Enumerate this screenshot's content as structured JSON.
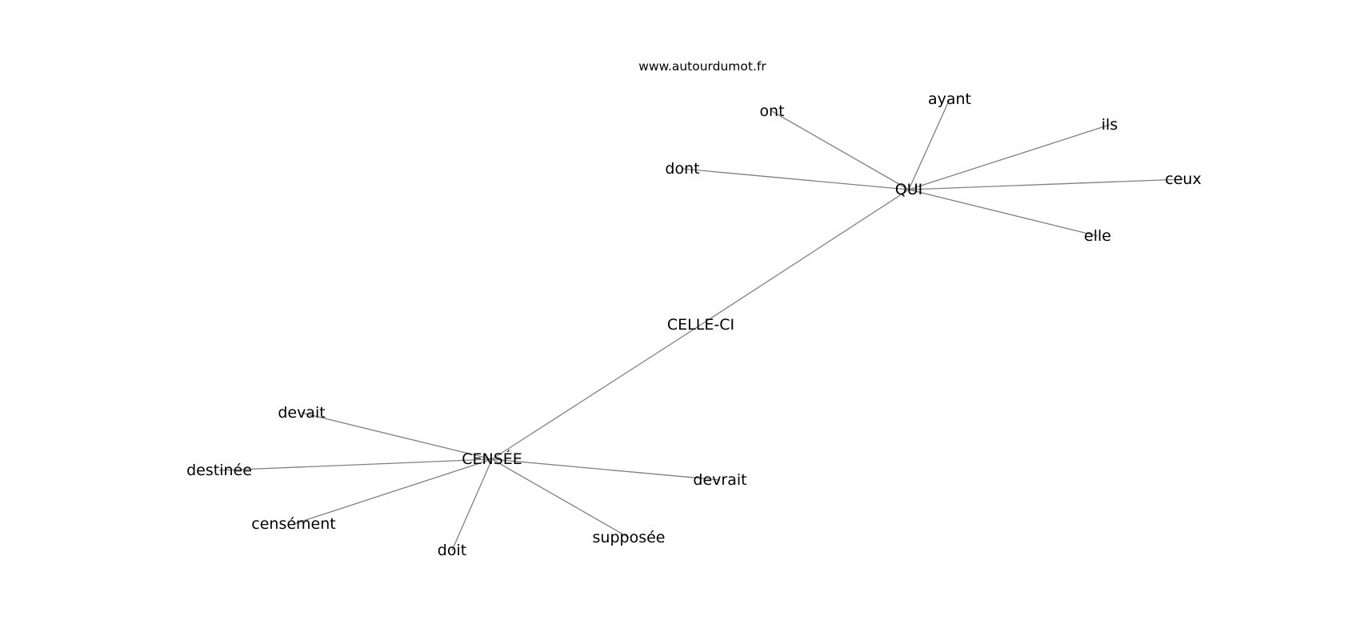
{
  "credit": "www.autourdumot.fr",
  "graph": {
    "nodes": [
      {
        "id": "qui",
        "label": "QUI"
      },
      {
        "id": "celle_ci",
        "label": "CELLE-CI"
      },
      {
        "id": "censee",
        "label": "CENSÉE"
      },
      {
        "id": "ont",
        "label": "ont"
      },
      {
        "id": "ayant",
        "label": "ayant"
      },
      {
        "id": "ils",
        "label": "ils"
      },
      {
        "id": "dont",
        "label": "dont"
      },
      {
        "id": "ceux",
        "label": "ceux"
      },
      {
        "id": "elle",
        "label": "elle"
      },
      {
        "id": "devait",
        "label": "devait"
      },
      {
        "id": "destinee",
        "label": "destinée"
      },
      {
        "id": "censement",
        "label": "censément"
      },
      {
        "id": "doit",
        "label": "doit"
      },
      {
        "id": "supposee",
        "label": "supposée"
      },
      {
        "id": "devrait",
        "label": "devrait"
      }
    ],
    "edges": [
      [
        "qui",
        "ont"
      ],
      [
        "qui",
        "ayant"
      ],
      [
        "qui",
        "ils"
      ],
      [
        "qui",
        "dont"
      ],
      [
        "qui",
        "ceux"
      ],
      [
        "qui",
        "elle"
      ],
      [
        "qui",
        "celle_ci"
      ],
      [
        "celle_ci",
        "censee"
      ],
      [
        "censee",
        "devait"
      ],
      [
        "censee",
        "destinee"
      ],
      [
        "censee",
        "censement"
      ],
      [
        "censee",
        "doit"
      ],
      [
        "censee",
        "supposee"
      ],
      [
        "censee",
        "devrait"
      ]
    ]
  }
}
